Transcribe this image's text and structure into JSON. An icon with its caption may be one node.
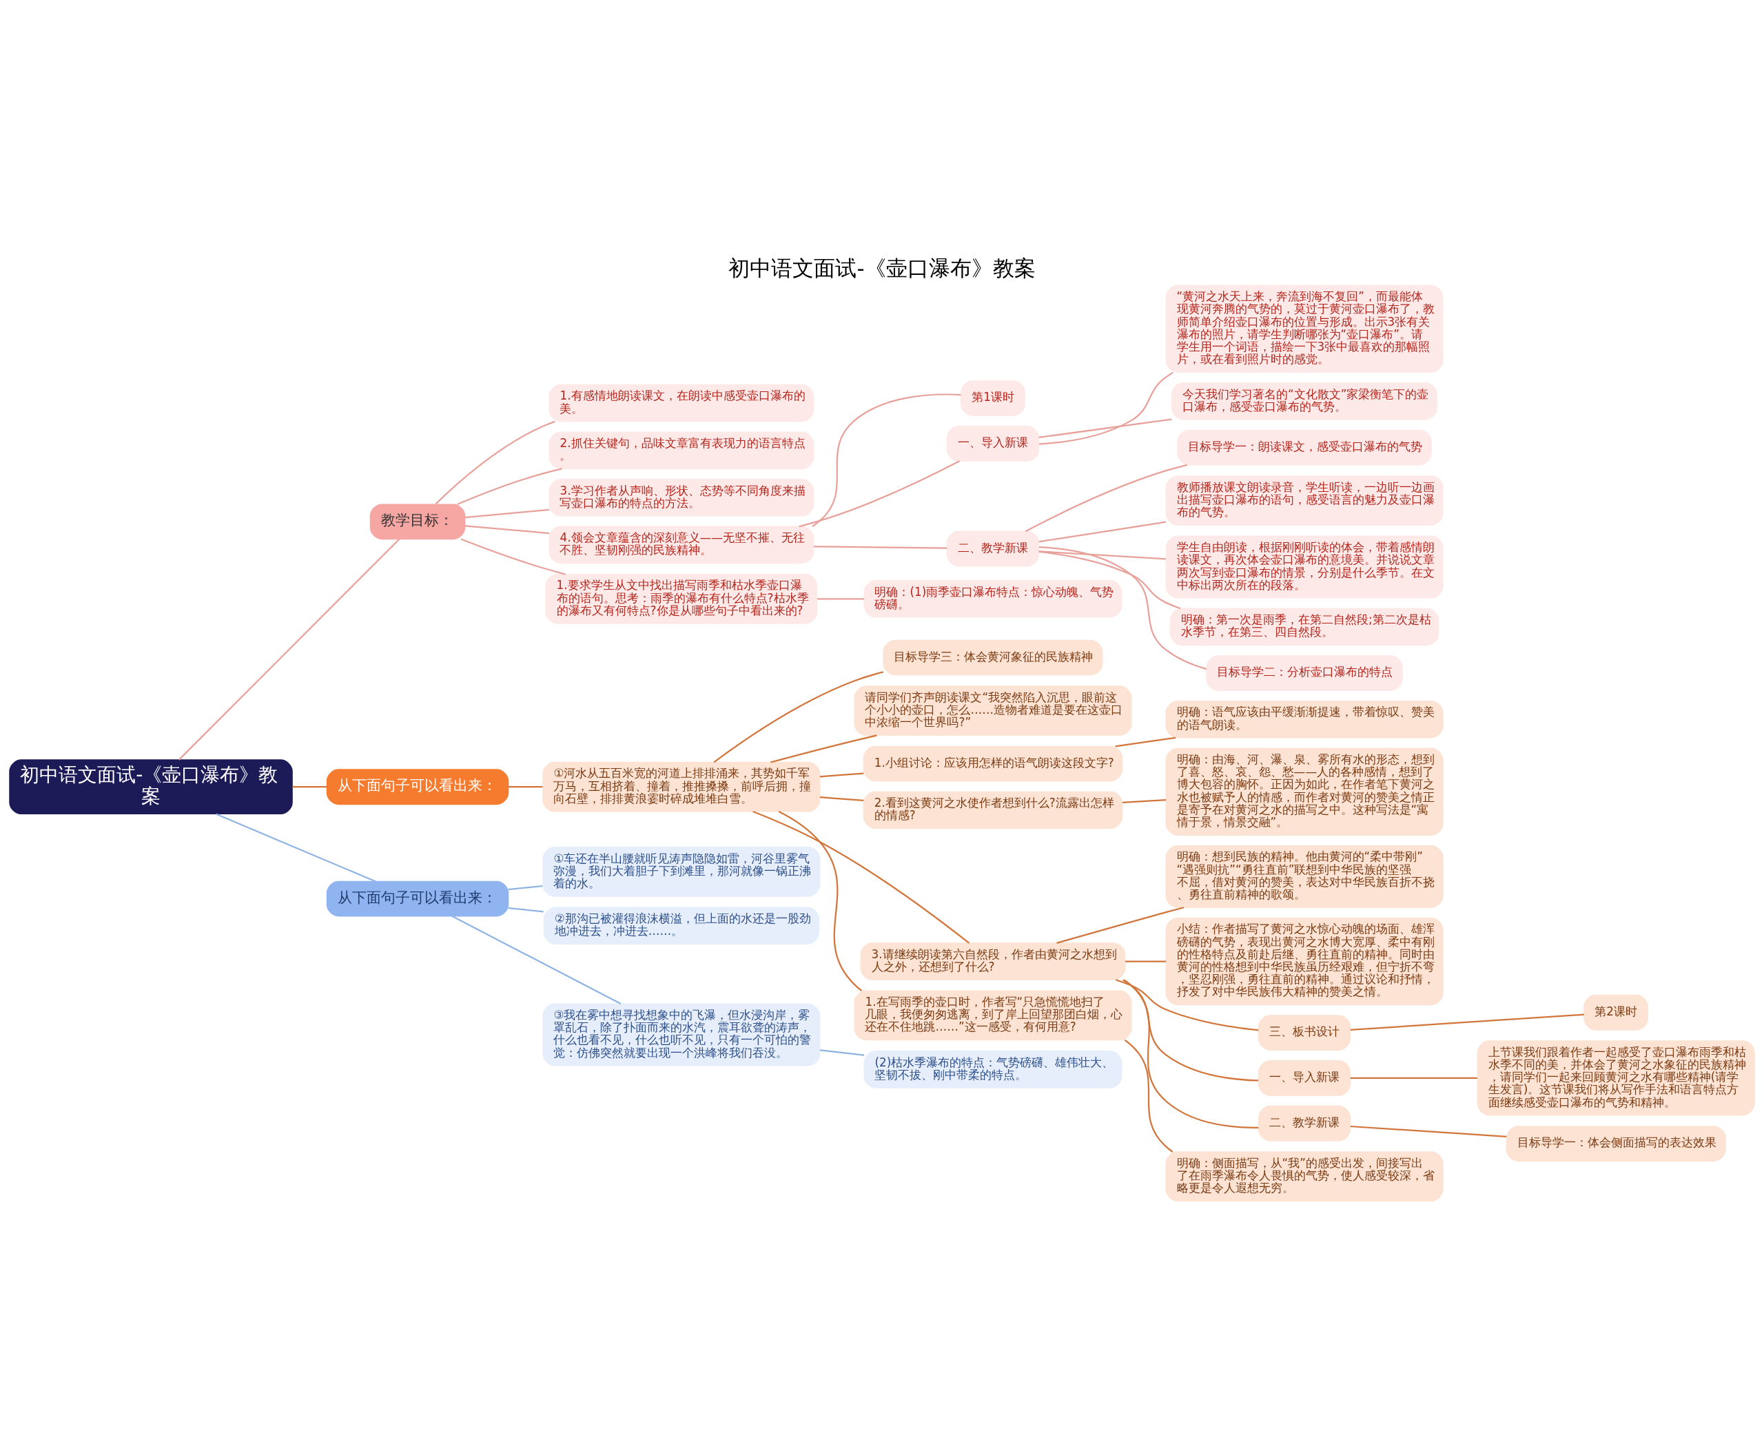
{
  "diagram": {
    "title": "初中语文面试-《壶口瀑布》教案",
    "nodes": [
      {
        "text": [
          "初中语文面试-《壶口瀑布》教案"
        ]
      },
      {
        "text": [
          "教学目标："
        ]
      },
      {
        "text": [
          "1.有感情地朗读课文，在朗读中感受壶口瀑布的美。"
        ]
      },
      {
        "text": [
          "2.抓住关键句，品味文章富有表现力的语言特点。"
        ]
      },
      {
        "text": [
          "3.学习作者从声响、形状、态势等不同角度来描写壶口瀑布的特点的方法。"
        ]
      },
      {
        "text": [
          "4.领会文章蕴含的深刻意义——无坚不摧、无往不胜、坚韧刚强的民族精神。"
        ]
      },
      {
        "text": [
          "第1课时"
        ]
      },
      {
        "text": [
          "一、导入新课"
        ]
      },
      {
        "text": [
          "“黄河之水天上来，奔流到海不复回”，而最能体现黄河奔腾的气势的，莫过于黄河壶口瀑布了，教师简单介绍壶口瀑布的位置与形成。出示3张有关瀑布的照片，请学生判断哪张为“壶口瀑布”。请学生用一个词语，描绘一下3张中最喜欢的那幅照片，或在看到照片时的感觉。"
        ]
      },
      {
        "text": [
          "今天我们学习著名的“文化散文”家梁衡笔下的壶口瀑布，感受壶口瀑布的气势。"
        ]
      },
      {
        "text": [
          "二、教学新课"
        ]
      },
      {
        "text": [
          "目标导学一：朗读课文，感受壶口瀑布的气势"
        ]
      },
      {
        "text": [
          "教师播放课文朗读录音，学生听读，一边听一边画出描写壶口瀑布的语句，感受语言的魅力及壶口瀑布的气势。"
        ]
      },
      {
        "text": [
          "学生自由朗读，根据刚刚听读的体会，带着感情朗读课文，再次体会壶口瀑布的意境美。并说说文章两次写到壶口瀑布的情景，分别是什么季节。在文中标出两次所在的段落。"
        ]
      },
      {
        "text": [
          "明确：第一次是雨季，在第二自然段;第二次是枯水季节，在第三、四自然段。"
        ]
      },
      {
        "text": [
          "目标导学二：分析壶口瀑布的特点"
        ]
      },
      {
        "text": [
          "1.要求学生从文中找出描写雨季和枯水季壶口瀑布的语句。思考：雨季的瀑布有什么特点?枯水季的瀑布又有何特点?你是从哪些句子中看出来的?"
        ]
      },
      {
        "text": [
          "明确：(1)雨季壶口瀑布特点：惊心动魄、气势磅礴。"
        ]
      },
      {
        "text": [
          "从下面句子可以看出来："
        ]
      },
      {
        "text": [
          "①河水从五百米宽的河道上排排涌来，其势如千军万马，互相挤着、撞着，推推搡搡，前呼后拥，撞向石壁，排排黄浪霎时碎成堆堆白雪。"
        ]
      },
      {
        "text": [
          "目标导学三：体会黄河象征的民族精神"
        ]
      },
      {
        "text": [
          "请同学们齐声朗读课文“我突然陷入沉思，眼前这个小小的壶口，怎么……造物者难道是要在这壶口中浓缩一个世界吗?”"
        ]
      },
      {
        "text": [
          "1.小组讨论：应该用怎样的语气朗读这段文字?"
        ]
      },
      {
        "text": [
          "明确：语气应该由平缓渐渐提速，带着惊叹、赞美的语气朗读。"
        ]
      },
      {
        "text": [
          "2.看到这黄河之水使作者想到什么?流露出怎样的情感?"
        ]
      },
      {
        "text": [
          "明确：由海、河、瀑、泉、雾所有水的形态，想到了喜、怒、哀、怨、愁——人的各种感情，想到了博大包容的胸怀。正因为如此，在作者笔下黄河之水也被赋予人的情感，而作者对黄河的赞美之情正是寄予在对黄河之水的描写之中。这种写法是“寓情于景，情景交融”。"
        ]
      },
      {
        "text": [
          "3.请继续朗读第六自然段，作者由黄河之水想到人之外，还想到了什么?"
        ]
      },
      {
        "text": [
          "明确：想到民族的精神。他由黄河的“柔中带刚”“遇强则抗”“勇往直前”联想到中华民族的坚强不屈，借对黄河的赞美，表达对中华民族百折不挠、勇往直前精神的歌颂。"
        ]
      },
      {
        "text": [
          "小结：作者描写了黄河之水惊心动魄的场面、雄浑磅礴的气势，表现出黄河之水博大宽厚、柔中有刚的性格特点及前赴后继、勇往直前的精神。同时由黄河的性格想到中华民族虽历经艰难，但宁折不弯，坚忍刚强，勇往直前的精神。通过议论和抒情，抒发了对中华民族伟大精神的赞美之情。"
        ]
      },
      {
        "text": [
          "三、板书设计"
        ]
      },
      {
        "text": [
          "第2课时"
        ]
      },
      {
        "text": [
          "一、导入新课"
        ]
      },
      {
        "text": [
          "上节课我们跟着作者一起感受了壶口瀑布雨季和枯水季不同的美，并体会了黄河之水象征的民族精神，请同学们一起来回顾黄河之水有哪些精神(请学生发言)。这节课我们将从写作手法和语言特点方面继续感受壶口瀑布的气势和精神。"
        ]
      },
      {
        "text": [
          "二、教学新课"
        ]
      },
      {
        "text": [
          "目标导学一：体会侧面描写的表达效果"
        ]
      },
      {
        "text": [
          "1.在写雨季的壶口时，作者写“只急慌慌地扫了几眼，我便匆匆逃离，到了岸上回望那团白烟，心还在不住地跳……”这一感受，有何用意?"
        ]
      },
      {
        "text": [
          "明确：侧面描写，从“我”的感受出发，间接写出了在雨季瀑布令人畏惧的气势，使人感受较深，省略更是令人遐想无穷。"
        ]
      },
      {
        "text": [
          "从下面句子可以看出来："
        ]
      },
      {
        "text": [
          "①车还在半山腰就听见涛声隐隐如雷，河谷里雾气弥漫，我们大着胆子下到滩里，那河就像一锅正沸着的水。"
        ]
      },
      {
        "text": [
          "②那沟已被灌得浪沫横溢，但上面的水还是一股劲地冲进去，冲进去……。"
        ]
      },
      {
        "text": [
          "③我在雾中想寻找想象中的飞瀑，但水浸沟岸，雾罩乱石，除了扑面而来的水汽，震耳欲聋的涛声，什么也看不见，什么也听不见，只有一个可怕的警觉：仿佛突然就要出现一个洪峰将我们吞没。"
        ]
      },
      {
        "text": [
          "(2)枯水季瀑布的特点：气势磅礴、雄伟壮大、坚韧不拔、刚中带柔的特点。"
        ]
      }
    ],
    "edges": [
      {
        "from": 0,
        "to": 1,
        "arrow": "none",
        "color": "#e8a09a"
      },
      {
        "from": 1,
        "to": 2,
        "arrow": "none",
        "color": "#e8a09a"
      },
      {
        "from": 1,
        "to": 3,
        "arrow": "none",
        "color": "#e8a09a"
      },
      {
        "from": 1,
        "to": 4,
        "arrow": "none",
        "color": "#e8a09a"
      },
      {
        "from": 1,
        "to": 5,
        "arrow": "none",
        "color": "#e8a09a"
      },
      {
        "from": 5,
        "to": 6,
        "arrow": "none",
        "color": "#e8a09a"
      },
      {
        "from": 5,
        "to": 7,
        "arrow": "none",
        "color": "#e8a09a"
      },
      {
        "from": 7,
        "to": 8,
        "arrow": "none",
        "color": "#e8a09a"
      },
      {
        "from": 7,
        "to": 9,
        "arrow": "none",
        "color": "#e8a09a"
      },
      {
        "from": 5,
        "to": 10,
        "arrow": "none",
        "color": "#e8a09a"
      },
      {
        "from": 10,
        "to": 11,
        "arrow": "none",
        "color": "#e8a09a"
      },
      {
        "from": 10,
        "to": 12,
        "arrow": "none",
        "color": "#e8a09a"
      },
      {
        "from": 10,
        "to": 13,
        "arrow": "none",
        "color": "#e8a09a"
      },
      {
        "from": 10,
        "to": 14,
        "arrow": "none",
        "color": "#e8a09a"
      },
      {
        "from": 10,
        "to": 15,
        "arrow": "none",
        "color": "#e8a09a"
      },
      {
        "from": 1,
        "to": 16,
        "arrow": "none",
        "color": "#e8a09a"
      },
      {
        "from": 16,
        "to": 17,
        "arrow": "none",
        "color": "#e8a09a"
      },
      {
        "from": 0,
        "to": 18,
        "arrow": "none"
      },
      {
        "from": 18,
        "to": 19,
        "arrow": "none"
      },
      {
        "from": 19,
        "to": 20,
        "arrow": "none"
      },
      {
        "from": 19,
        "to": 21,
        "arrow": "none"
      },
      {
        "from": 19,
        "to": 22,
        "arrow": "none"
      },
      {
        "from": 22,
        "to": 23,
        "arrow": "none"
      },
      {
        "from": 19,
        "to": 24,
        "arrow": "none"
      },
      {
        "from": 24,
        "to": 25,
        "arrow": "none"
      },
      {
        "from": 19,
        "to": 26,
        "arrow": "none"
      },
      {
        "from": 26,
        "to": 27,
        "arrow": "none"
      },
      {
        "from": 26,
        "to": 28,
        "arrow": "none"
      },
      {
        "from": 26,
        "to": 29,
        "arrow": "none"
      },
      {
        "from": 29,
        "to": 30,
        "arrow": "none"
      },
      {
        "from": 26,
        "to": 31,
        "arrow": "none"
      },
      {
        "from": 31,
        "to": 32,
        "arrow": "none"
      },
      {
        "from": 26,
        "to": 33,
        "arrow": "none"
      },
      {
        "from": 33,
        "to": 34,
        "arrow": "none"
      },
      {
        "from": 19,
        "to": 35,
        "arrow": "none"
      },
      {
        "from": 35,
        "to": 36,
        "arrow": "none"
      },
      {
        "from": 0,
        "to": 37,
        "arrow": "none",
        "color": "#8fb4e3"
      },
      {
        "from": 37,
        "to": 38,
        "arrow": "none",
        "color": "#8fb4e3"
      },
      {
        "from": 37,
        "to": 39,
        "arrow": "none",
        "color": "#8fb4e3"
      },
      {
        "from": 37,
        "to": 40,
        "arrow": "none",
        "color": "#8fb4e3"
      },
      {
        "from": 40,
        "to": 41,
        "arrow": "none",
        "color": "#8fb4e3"
      }
    ]
  }
}
